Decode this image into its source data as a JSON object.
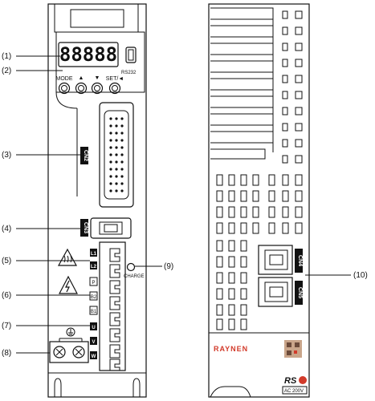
{
  "callouts": {
    "c1": "(1)",
    "c2": "(2)",
    "c3": "(3)",
    "c4": "(4)",
    "c5": "(5)",
    "c6": "(6)",
    "c7": "(7)",
    "c8": "(8)",
    "c9": "(9)",
    "c10": "(10)"
  },
  "front": {
    "rs232": "RS232",
    "buttons": [
      "MODE",
      "▲",
      "▼",
      "SET/◄"
    ],
    "cn2": "CN2",
    "cn3": "CN3",
    "terminals": [
      "L1",
      "L2",
      "P",
      "B2",
      "B1",
      "U",
      "V",
      "W"
    ],
    "charge": "CHARGE"
  },
  "side": {
    "cn4": "CN4",
    "cn5": "CN5",
    "brand": "RAYNEN",
    "voltage": "AC 200V"
  }
}
